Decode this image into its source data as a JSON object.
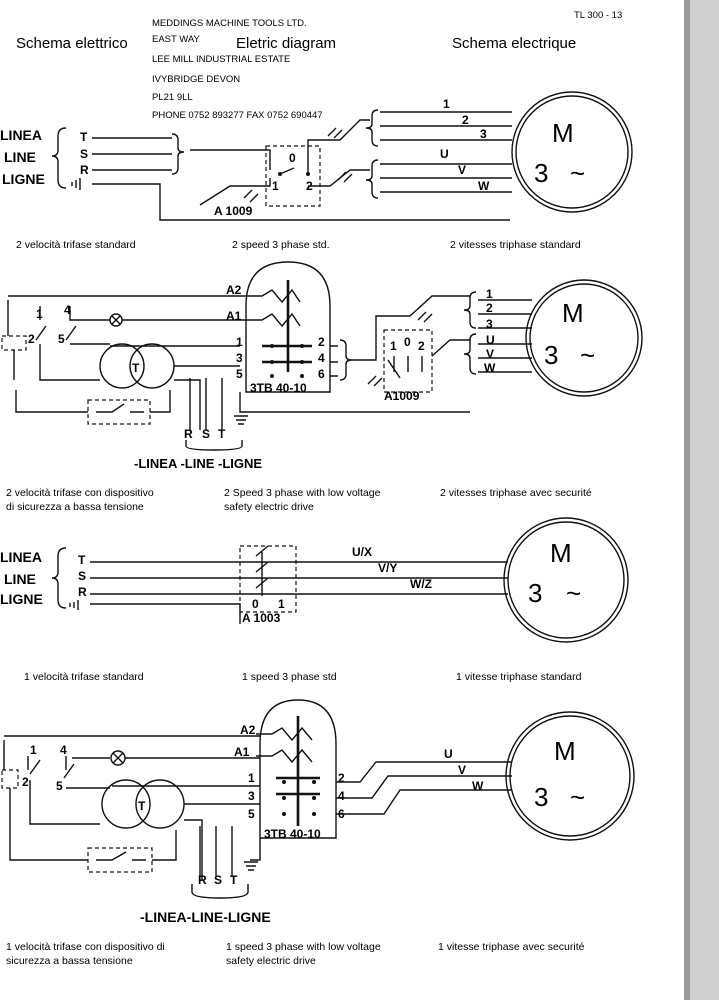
{
  "page": {
    "ref": "TL 300 - 13",
    "titles": {
      "it": "Schema elettrico",
      "en": "Eletric diagram",
      "fr": "Schema electrique"
    },
    "address": {
      "line1": "MEDDINGS MACHINE TOOLS LTD.",
      "line2": "EAST WAY",
      "line3": "LEE MILL INDUSTRIAL ESTATE",
      "line4": "IVYBRIDGE DEVON",
      "line5": "PL21 9LL",
      "line6": "PHONE 0752 893277  FAX 0752 690447"
    }
  },
  "labels": {
    "linea": "LINEA",
    "line": "LINE",
    "ligne": "LIGNE",
    "t": "T",
    "s": "S",
    "r": "R",
    "m": "M",
    "three": "3",
    "tilde": "~",
    "p1": "1",
    "p2": "2",
    "p3": "3",
    "p4": "4",
    "p5": "5",
    "p6": "6",
    "p0": "0",
    "u": "U",
    "v": "V",
    "w": "W",
    "ux": "U/X",
    "vy": "V/Y",
    "wz": "W/Z",
    "a1": "A1",
    "a2": "A2",
    "tr": "T",
    "sw_a1009": "A 1009",
    "sw_a1009b": "A1009",
    "sw_a1003": "A 1003",
    "contactor": "3TB 40-10",
    "rst_line": "-LINEA -LINE -LIGNE",
    "rst_line2": "-LINEA-LINE-LIGNE"
  },
  "captions": {
    "d1": {
      "it": "2 velocità trifase standard",
      "en": "2 speed 3 phase std.",
      "fr": "2 vitesses triphase standard"
    },
    "d2": {
      "it1": "2 velocità trifase con dispositivo",
      "it2": "di sicurezza  a bassa tensione",
      "en1": "2 Speed 3 phase with low voltage",
      "en2": "safety electric drive",
      "fr": "2 vitesses triphase avec securité"
    },
    "d3": {
      "it": "1 velocità trifase standard",
      "en": "1 speed 3 phase std",
      "fr": "1 vitesse triphase standard"
    },
    "d4": {
      "it1": "1 velocità trifase con dispositivo di",
      "it2": "sicurezza a bassa tensione",
      "en1": "1 speed 3 phase with low voltage",
      "en2": "safety electric drive",
      "fr": "1  vitesse  triphase  avec  securité"
    }
  }
}
